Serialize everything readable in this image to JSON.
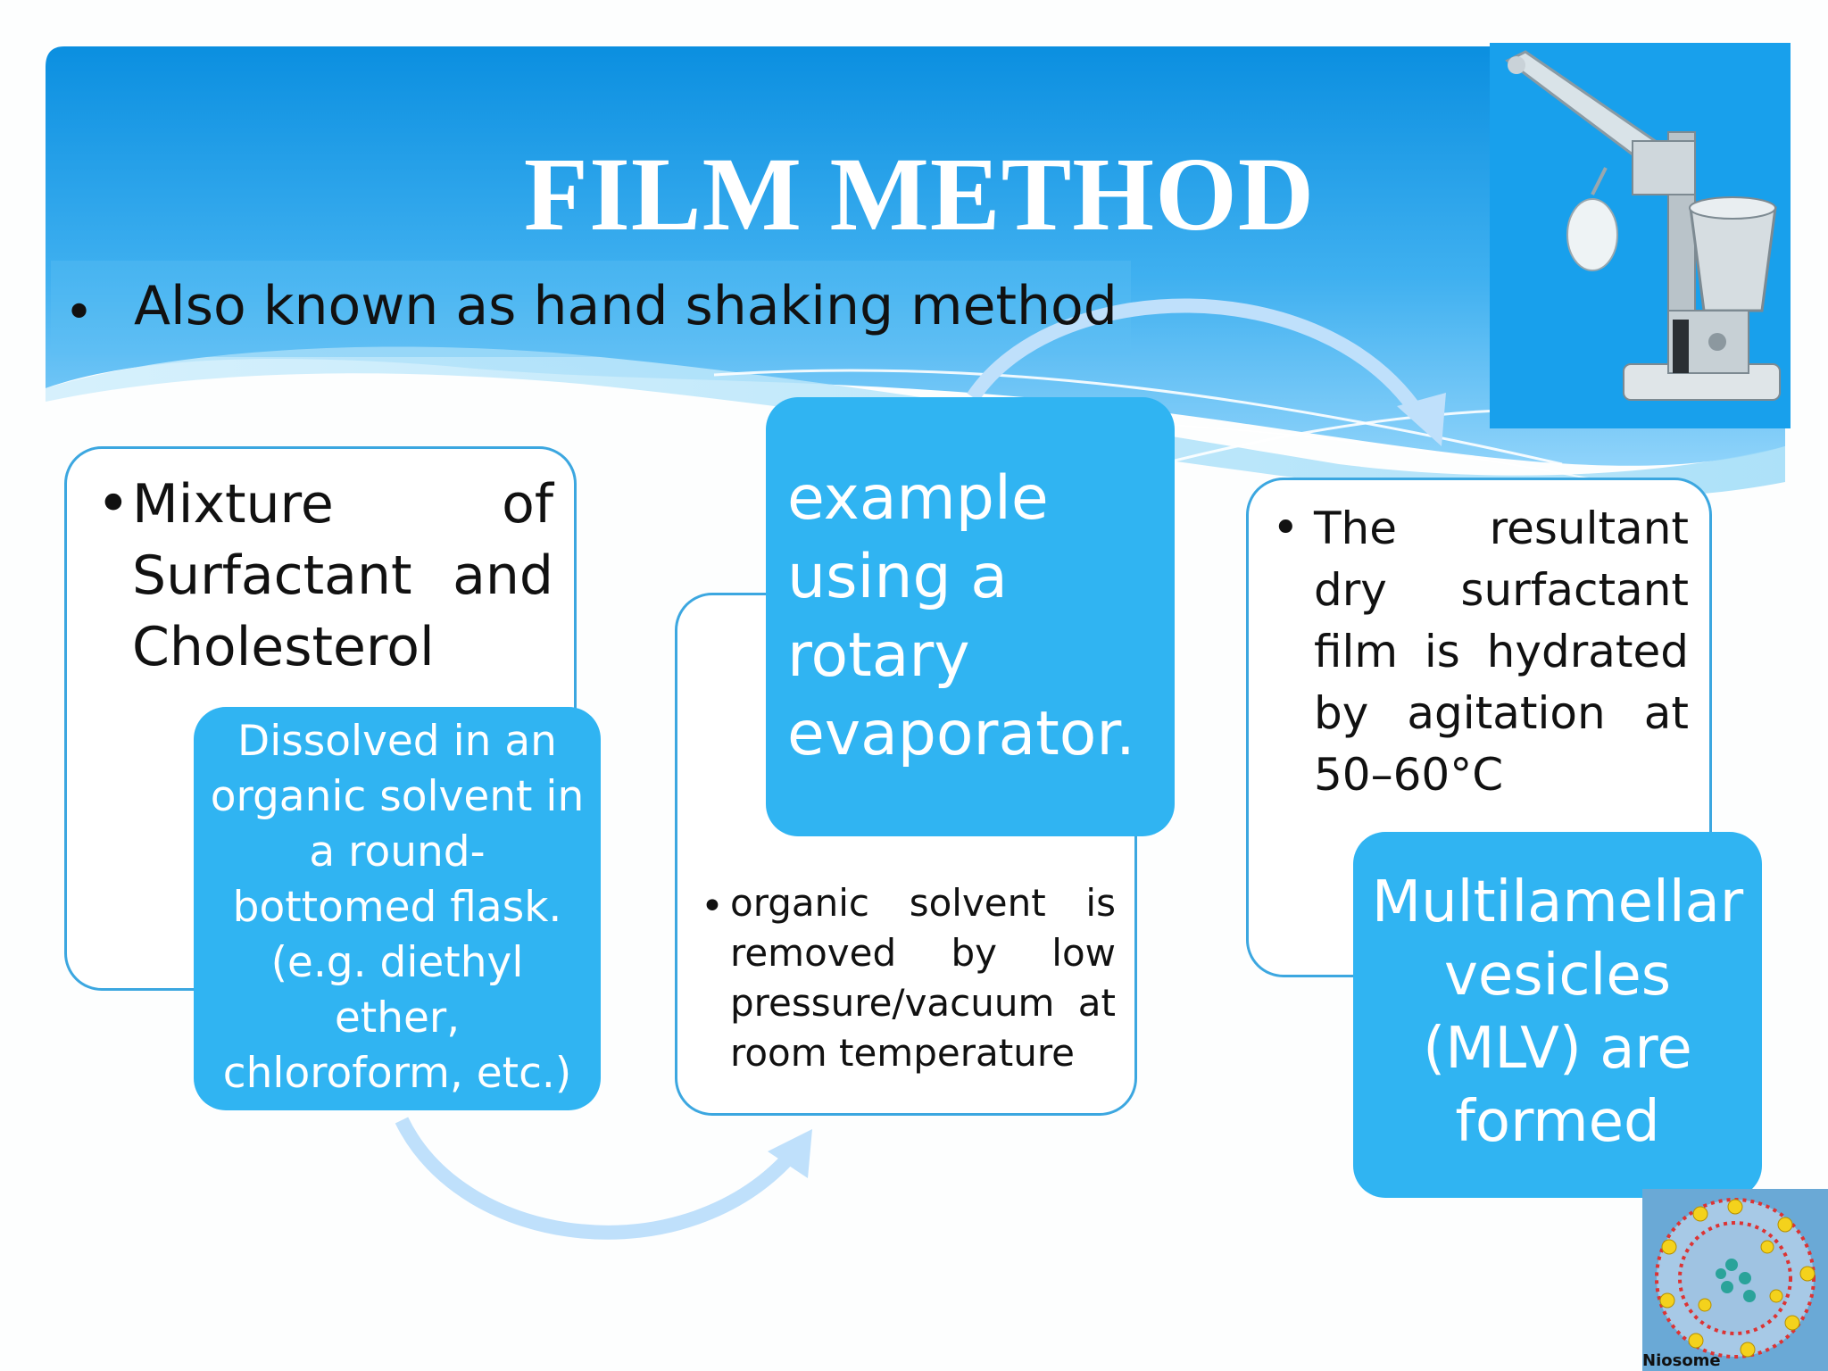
{
  "slide": {
    "title": "FILM METHOD",
    "subtitle": "Also known as hand shaking method"
  },
  "steps": {
    "mixture": "Mixture of Surfactant and Cholesterol",
    "dissolved": "Dissolved in an organic solvent in a round-bottomed flask. (e.g. diethyl ether, chloroform, etc.)",
    "example": "example using a rotary evaporator.",
    "solvent_removed": "organic solvent is removed by low pressure/vacuum at room temperature",
    "hydration": "The resultant dry surfactant film is hydrated by agitation at 50–60°C",
    "result": "Multilamellar vesicles (MLV) are formed"
  },
  "images": {
    "evaporator_icon": "rotary-evaporator-photo",
    "niosome_icon": "niosome-diagram",
    "niosome_label": "Niosome"
  },
  "colors": {
    "header_blue": "#1690e0",
    "box_blue": "#30b4f2",
    "outline_blue": "#3ca7e0"
  }
}
